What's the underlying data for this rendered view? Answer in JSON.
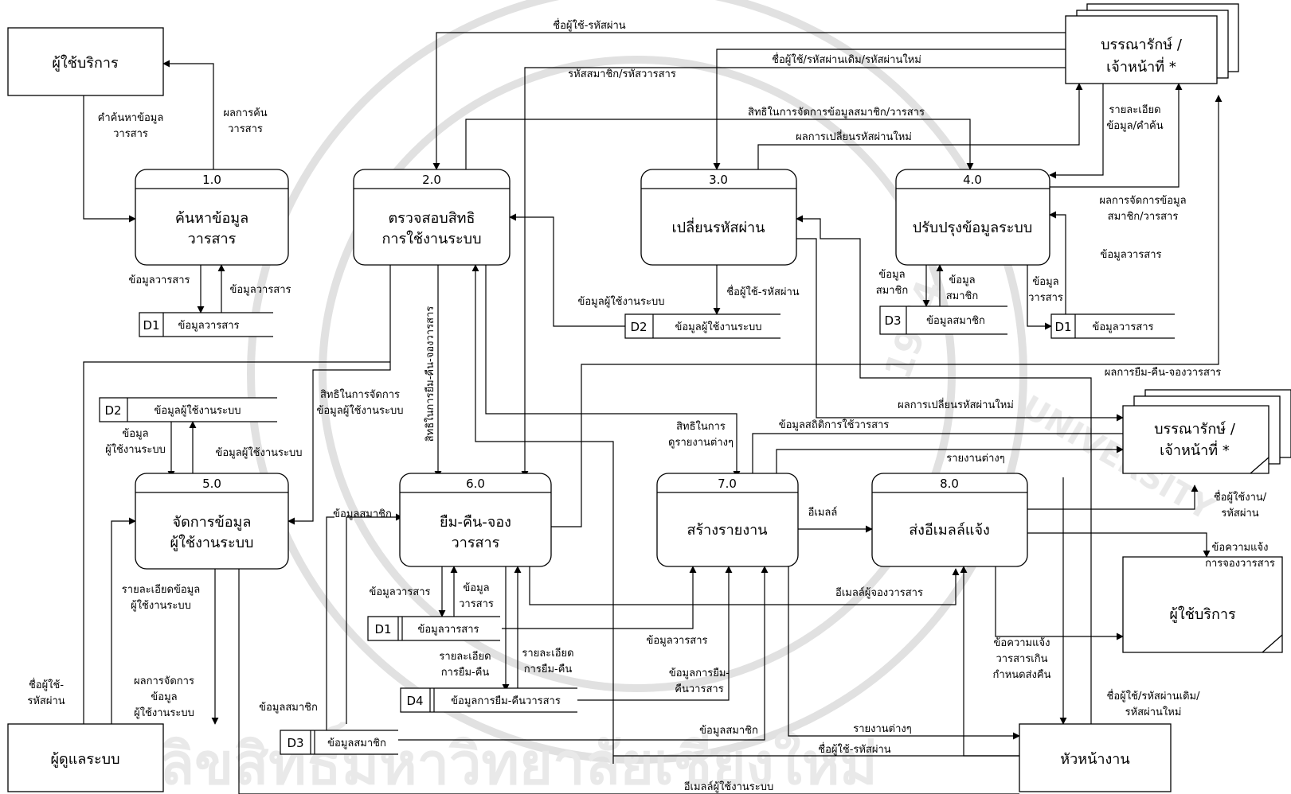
{
  "watermark": {
    "bottom_text": "ลิขสิทธิ์มหาวิทยาลัยเชียงใหม่",
    "ring_text_right": "UNIVERSITY",
    "year": "1964"
  },
  "processes": [
    {
      "id": "1.0",
      "line1": "ค้นหาข้อมูล",
      "line2": "วารสาร"
    },
    {
      "id": "2.0",
      "line1": "ตรวจสอบสิทธิ",
      "line2": "การใช้งานระบบ"
    },
    {
      "id": "3.0",
      "line1": "เปลี่ยนรหัสผ่าน",
      "line2": ""
    },
    {
      "id": "4.0",
      "line1": "ปรับปรุงข้อมูลระบบ",
      "line2": ""
    },
    {
      "id": "5.0",
      "line1": "จัดการข้อมูล",
      "line2": "ผู้ใช้งานระบบ"
    },
    {
      "id": "6.0",
      "line1": "ยืม-คืน-จอง",
      "line2": "วารสาร"
    },
    {
      "id": "7.0",
      "line1": "สร้างรายงาน",
      "line2": ""
    },
    {
      "id": "8.0",
      "line1": "ส่งอีเมลล์แจ้ง",
      "line2": ""
    }
  ],
  "entities": {
    "user_top": "ผู้ใช้บริการ",
    "librarian_top_l1": "บรรณารักษ์ /",
    "librarian_top_l2": "เจ้าหน้าที่ *",
    "librarian_mid_l1": "บรรณารักษ์ /",
    "librarian_mid_l2": "เจ้าหน้าที่ *",
    "user_right": "ผู้ใช้บริการ",
    "admin": "ผู้ดูแลระบบ",
    "head": "หัวหน้างาน"
  },
  "datastores": [
    {
      "key": "d1a",
      "id": "D1",
      "name": "ข้อมูลวารสาร"
    },
    {
      "key": "d2a",
      "id": "D2",
      "name": "ข้อมูลผู้ใช้งานระบบ"
    },
    {
      "key": "d3a",
      "id": "D3",
      "name": "ข้อมูลสมาชิก"
    },
    {
      "key": "d1b",
      "id": "D1",
      "name": "ข้อมูลวารสาร"
    },
    {
      "key": "d2b",
      "id": "D2",
      "name": "ข้อมูลผู้ใช้งานระบบ"
    },
    {
      "key": "d1c",
      "id": "D1",
      "name": "ข้อมูลวารสาร"
    },
    {
      "key": "d4",
      "id": "D4",
      "name": "ข้อมูลการยืม-คืนวารสาร"
    },
    {
      "key": "d3b",
      "id": "D3",
      "name": "ข้อมูลสมาชิก"
    }
  ],
  "flows": {
    "f01": "ชื่อผู้ใช้-รหัสผ่าน",
    "f02": "ชื่อผู้ใช้/รหัสผ่านเดิม/รหัสผ่านใหม่",
    "f03": "รหัสสมาชิก/รหัสวารสาร",
    "f04": "สิทธิในการจัดการข้อมูลสมาชิก/วารสาร",
    "f05": "ผลการเปลี่ยนรหัสผ่านใหม่",
    "f06a": "รายละเอียด",
    "f06b": "ข้อมูล/คำค้น",
    "f07a": "ผลการจัดการข้อมูล",
    "f07b": "สมาชิก/วารสาร",
    "f08": "ข้อมูลวารสาร",
    "f09a": "คำค้นหาข้อมูล",
    "f09b": "วารสาร",
    "f10a": "ผลการค้น",
    "f10b": "วารสาร",
    "f11": "ข้อมูลวารสาร",
    "f12": "ข้อมูลวารสาร",
    "f13": "ข้อมูลผู้ใช้งานระบบ",
    "f14": "ชื่อผู้ใช้-รหัสผ่าน",
    "f15a": "ข้อมูล",
    "f15b": "สมาชิก",
    "f16a": "ข้อมูล",
    "f16b": "สมาชิก",
    "f17a": "ข้อมูล",
    "f17b": "วารสาร",
    "f18": "สิทธิในการยืม-คืน-จองวารสาร",
    "f19a": "สิทธิในการจัดการ",
    "f19b": "ข้อมูลผู้ใช้งานระบบ",
    "f20": "ผลการยืม-คืน-จองวารสาร",
    "f21": "ผลการเปลี่ยนรหัสผ่านใหม่",
    "f22": "ข้อมูลสถิติการใช้วารสาร",
    "f23a": "สิทธิในการ",
    "f23b": "ดูรายงานต่างๆ",
    "f24a": "ข้อมูล",
    "f24b": "ผู้ใช้งานระบบ",
    "f25": "ข้อมูลผู้ใช้งานระบบ",
    "f26": "รายงานต่างๆ",
    "f27": "อีเมลล์",
    "f28a": "ชื่อผู้ใช้งาน/",
    "f28b": "รหัสผ่าน",
    "f29a": "ข้อความแจ้ง",
    "f29b": "การจองวารสาร",
    "f30": "ข้อมูลสมาชิก",
    "f31": "ข้อมูลวารสาร",
    "f32a": "ข้อมูล",
    "f32b": "วารสาร",
    "f33": "อีเมลล์ผู้จองวารสาร",
    "f34a": "รายละเอียดข้อมูล",
    "f34b": "ผู้ใช้งานระบบ",
    "f35": "ข้อมูลวารสาร",
    "f36a": "รายละเอียด",
    "f36b": "การยืม-คืน",
    "f37a": "รายละเอียด",
    "f37b": "การยืม-คืน",
    "f38a": "ข้อมูลการยืม-",
    "f38b": "คืนวารสาร",
    "f39a": "ข้อความแจ้ง",
    "f39b": "วารสารเกิน",
    "f39c": "กำหนดส่งคืน",
    "f40a": "ชื่อผู้ใช้-",
    "f40b": "รหัสผ่าน",
    "f41a": "ผลการจัดการ",
    "f41b": "ข้อมูล",
    "f41c": "ผู้ใช้งานระบบ",
    "f42": "ข้อมูลสมาชิก",
    "f43": "ข้อมูลสมาชิก",
    "f44": "รายงานต่างๆ",
    "f45": "ชื่อผู้ใช้-รหัสผ่าน",
    "f46a": "ชื่อผู้ใช้/รหัสผ่านเดิม/",
    "f46b": "รหัสผ่านใหม่",
    "f47": "อีเมลล์ผู้ใช้งานระบบ"
  }
}
